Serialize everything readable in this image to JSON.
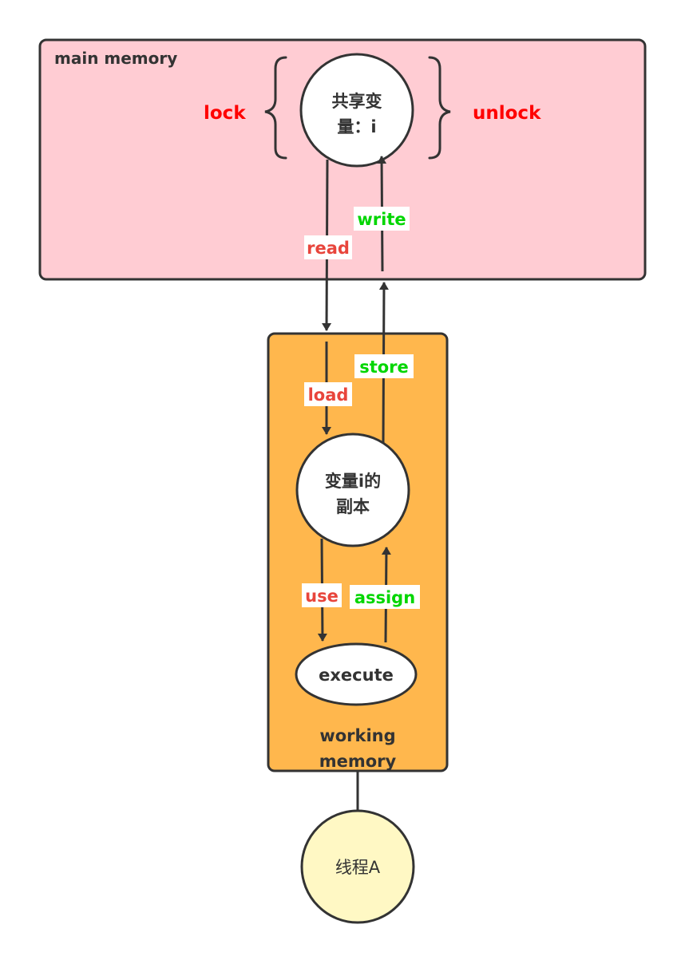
{
  "main_memory": {
    "title": "main memory",
    "fill": "#FFCCD3"
  },
  "shared_variable": {
    "line1": "共享变",
    "line2": "量：i"
  },
  "lock": {
    "label": "lock",
    "color": "#FF0000"
  },
  "unlock": {
    "label": "unlock",
    "color": "#FF0000"
  },
  "operations": {
    "read": "read",
    "write": "write",
    "load": "load",
    "store": "store",
    "use": "use",
    "assign": "assign",
    "red_color": "#E8453C",
    "green_color": "#00D600"
  },
  "working_memory": {
    "title_line1": "working",
    "title_line2": "memory",
    "fill": "#FFB74D"
  },
  "copy_variable": {
    "line1": "变量i的",
    "line2": "副本"
  },
  "execute": {
    "label": "execute"
  },
  "thread": {
    "label": "线程A",
    "fill": "#FFF8C4"
  }
}
